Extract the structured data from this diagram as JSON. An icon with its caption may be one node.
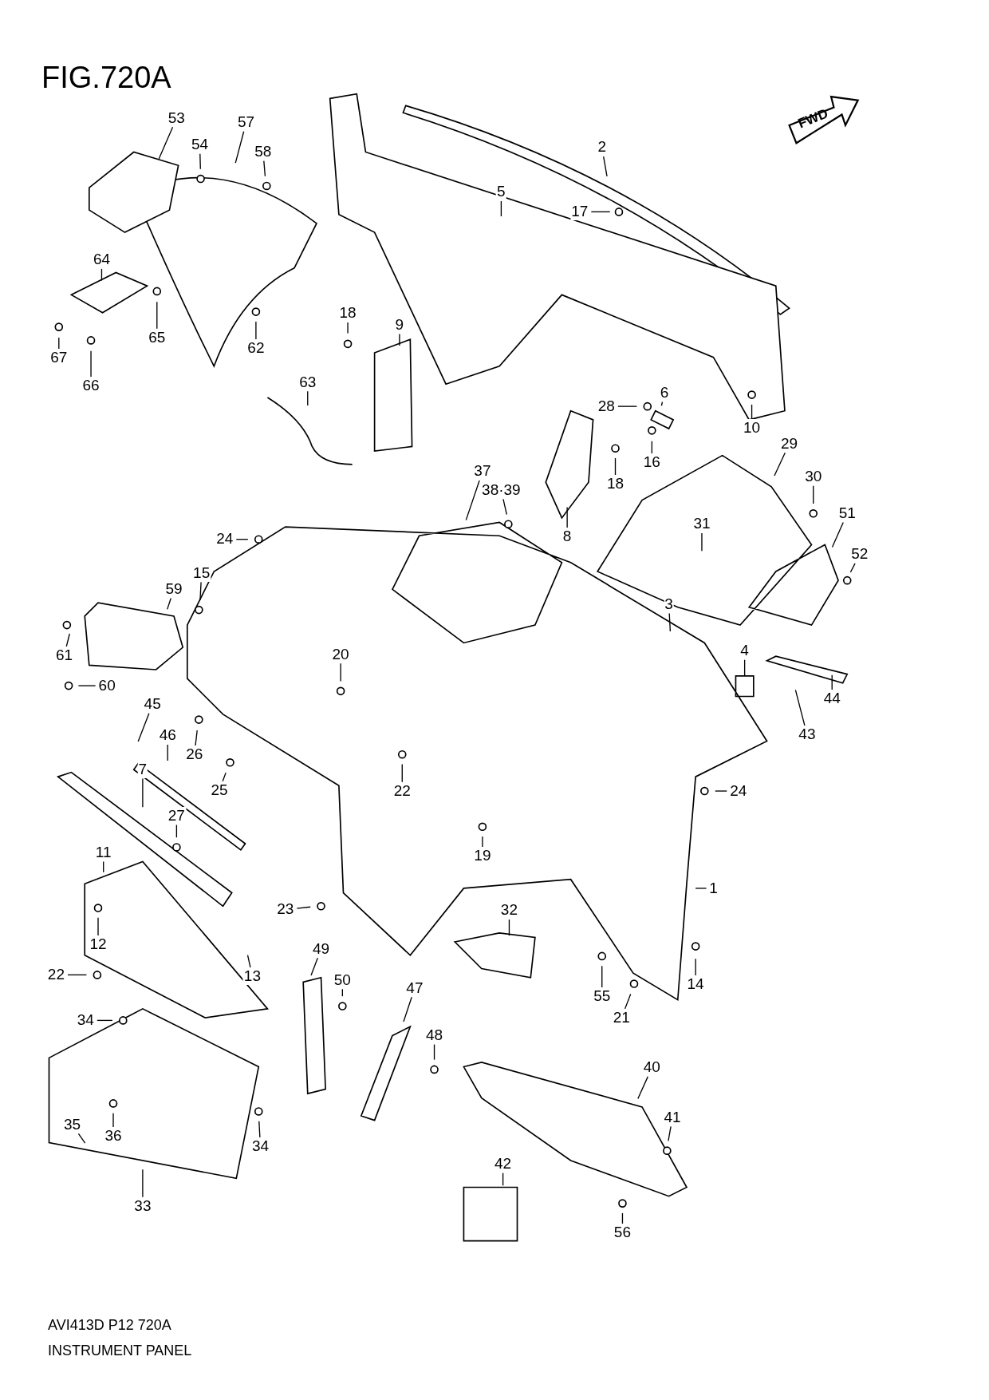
{
  "diagram": {
    "title": "FIG.720A",
    "caption": "INSTRUMENT PANEL",
    "nodes": [
      {
        "text": [
          "53"
        ]
      },
      {
        "text": [
          "54"
        ]
      },
      {
        "text": [
          "57"
        ]
      },
      {
        "text": [
          "58"
        ]
      },
      {
        "text": [
          "2"
        ]
      },
      {
        "text": [
          "5"
        ]
      },
      {
        "text": [
          "17"
        ]
      },
      {
        "text": [
          "64"
        ]
      },
      {
        "text": [
          "65"
        ]
      },
      {
        "text": [
          "62"
        ]
      },
      {
        "text": [
          "67"
        ]
      },
      {
        "text": [
          "66"
        ]
      },
      {
        "text": [
          "18"
        ]
      },
      {
        "text": [
          "9"
        ]
      },
      {
        "text": [
          "63"
        ]
      },
      {
        "text": [
          "28"
        ]
      },
      {
        "text": [
          "6"
        ]
      },
      {
        "text": [
          "10"
        ]
      },
      {
        "text": [
          "16"
        ]
      },
      {
        "text": [
          "18"
        ]
      },
      {
        "text": [
          "37"
        ]
      },
      {
        "text": [
          "38·39"
        ]
      },
      {
        "text": [
          "8"
        ]
      },
      {
        "text": [
          "29"
        ]
      },
      {
        "text": [
          "30"
        ]
      },
      {
        "text": [
          "51"
        ]
      },
      {
        "text": [
          "52"
        ]
      },
      {
        "text": [
          "31"
        ]
      },
      {
        "text": [
          "3"
        ]
      },
      {
        "text": [
          "24"
        ]
      },
      {
        "text": [
          "15"
        ]
      },
      {
        "text": [
          "59"
        ]
      },
      {
        "text": [
          "61"
        ]
      },
      {
        "text": [
          "60"
        ]
      },
      {
        "text": [
          "20"
        ]
      },
      {
        "text": [
          "4"
        ]
      },
      {
        "text": [
          "44"
        ]
      },
      {
        "text": [
          "43"
        ]
      },
      {
        "text": [
          "45"
        ]
      },
      {
        "text": [
          "46"
        ]
      },
      {
        "text": [
          "26"
        ]
      },
      {
        "text": [
          "25"
        ]
      },
      {
        "text": [
          "7"
        ]
      },
      {
        "text": [
          "27"
        ]
      },
      {
        "text": [
          "22"
        ]
      },
      {
        "text": [
          "24"
        ]
      },
      {
        "text": [
          "19"
        ]
      },
      {
        "text": [
          "11"
        ]
      },
      {
        "text": [
          "12"
        ]
      },
      {
        "text": [
          "13"
        ]
      },
      {
        "text": [
          "1"
        ]
      },
      {
        "text": [
          "23"
        ]
      },
      {
        "text": [
          "32"
        ]
      },
      {
        "text": [
          "49"
        ]
      },
      {
        "text": [
          "50"
        ]
      },
      {
        "text": [
          "14"
        ]
      },
      {
        "text": [
          "55"
        ]
      },
      {
        "text": [
          "21"
        ]
      },
      {
        "text": [
          "22"
        ]
      },
      {
        "text": [
          "47"
        ]
      },
      {
        "text": [
          "48"
        ]
      },
      {
        "text": [
          "34"
        ]
      },
      {
        "text": [
          "40"
        ]
      },
      {
        "text": [
          "41"
        ]
      },
      {
        "text": [
          "35"
        ]
      },
      {
        "text": [
          "36"
        ]
      },
      {
        "text": [
          "34"
        ]
      },
      {
        "text": [
          "33"
        ]
      },
      {
        "text": [
          "42"
        ]
      },
      {
        "text": [
          "56"
        ]
      }
    ],
    "edges": [
      {
        "from": 0,
        "to": null,
        "arrow": "none"
      },
      {
        "from": 1,
        "to": null,
        "arrow": "none"
      },
      {
        "from": 2,
        "to": null,
        "arrow": "none"
      },
      {
        "from": 3,
        "to": null,
        "arrow": "none"
      },
      {
        "from": 4,
        "to": null,
        "arrow": "none"
      },
      {
        "from": 5,
        "to": null,
        "arrow": "none"
      },
      {
        "from": 6,
        "to": null,
        "arrow": "none"
      },
      {
        "from": 7,
        "to": null,
        "arrow": "none"
      },
      {
        "from": 8,
        "to": null,
        "arrow": "none"
      },
      {
        "from": 9,
        "to": null,
        "arrow": "none"
      },
      {
        "from": 10,
        "to": null,
        "arrow": "none"
      },
      {
        "from": 11,
        "to": null,
        "arrow": "none"
      },
      {
        "from": 12,
        "to": null,
        "arrow": "none"
      },
      {
        "from": 13,
        "to": null,
        "arrow": "none"
      },
      {
        "from": 14,
        "to": null,
        "arrow": "none"
      },
      {
        "from": 15,
        "to": null,
        "arrow": "none"
      },
      {
        "from": 16,
        "to": null,
        "arrow": "none"
      },
      {
        "from": 17,
        "to": null,
        "arrow": "none"
      },
      {
        "from": 18,
        "to": null,
        "arrow": "none"
      },
      {
        "from": 19,
        "to": null,
        "arrow": "none"
      },
      {
        "from": 20,
        "to": null,
        "arrow": "none"
      },
      {
        "from": 21,
        "to": null,
        "arrow": "none"
      },
      {
        "from": 22,
        "to": null,
        "arrow": "none"
      },
      {
        "from": 23,
        "to": null,
        "arrow": "none"
      },
      {
        "from": 24,
        "to": null,
        "arrow": "none"
      },
      {
        "from": 25,
        "to": null,
        "arrow": "none"
      },
      {
        "from": 26,
        "to": null,
        "arrow": "none"
      },
      {
        "from": 27,
        "to": null,
        "arrow": "none"
      },
      {
        "from": 28,
        "to": null,
        "arrow": "none"
      },
      {
        "from": 29,
        "to": null,
        "arrow": "none"
      },
      {
        "from": 30,
        "to": null,
        "arrow": "none"
      },
      {
        "from": 31,
        "to": null,
        "arrow": "none"
      },
      {
        "from": 32,
        "to": null,
        "arrow": "none"
      },
      {
        "from": 33,
        "to": null,
        "arrow": "none"
      },
      {
        "from": 34,
        "to": null,
        "arrow": "none"
      },
      {
        "from": 35,
        "to": null,
        "arrow": "none"
      },
      {
        "from": 36,
        "to": null,
        "arrow": "none"
      },
      {
        "from": 37,
        "to": null,
        "arrow": "none"
      },
      {
        "from": 38,
        "to": null,
        "arrow": "none"
      },
      {
        "from": 39,
        "to": null,
        "arrow": "none"
      },
      {
        "from": 40,
        "to": null,
        "arrow": "none"
      },
      {
        "from": 41,
        "to": null,
        "arrow": "none"
      },
      {
        "from": 42,
        "to": null,
        "arrow": "none"
      },
      {
        "from": 43,
        "to": null,
        "arrow": "none"
      },
      {
        "from": 44,
        "to": null,
        "arrow": "none"
      },
      {
        "from": 45,
        "to": null,
        "arrow": "none"
      },
      {
        "from": 46,
        "to": null,
        "arrow": "none"
      },
      {
        "from": 47,
        "to": null,
        "arrow": "none"
      },
      {
        "from": 48,
        "to": null,
        "arrow": "none"
      },
      {
        "from": 49,
        "to": null,
        "arrow": "none"
      },
      {
        "from": 50,
        "to": null,
        "arrow": "none"
      },
      {
        "from": 51,
        "to": null,
        "arrow": "none"
      },
      {
        "from": 52,
        "to": null,
        "arrow": "none"
      },
      {
        "from": 53,
        "to": null,
        "arrow": "none"
      },
      {
        "from": 54,
        "to": null,
        "arrow": "none"
      },
      {
        "from": 55,
        "to": null,
        "arrow": "none"
      },
      {
        "from": 56,
        "to": null,
        "arrow": "none"
      },
      {
        "from": 57,
        "to": null,
        "arrow": "none"
      },
      {
        "from": 58,
        "to": null,
        "arrow": "none"
      },
      {
        "from": 59,
        "to": null,
        "arrow": "none"
      },
      {
        "from": 60,
        "to": null,
        "arrow": "none"
      },
      {
        "from": 61,
        "to": null,
        "arrow": "none"
      },
      {
        "from": 62,
        "to": null,
        "arrow": "none"
      },
      {
        "from": 63,
        "to": null,
        "arrow": "none"
      },
      {
        "from": 64,
        "to": null,
        "arrow": "none"
      },
      {
        "from": 65,
        "to": null,
        "arrow": "none"
      },
      {
        "from": 66,
        "to": null,
        "arrow": "none"
      },
      {
        "from": 67,
        "to": null,
        "arrow": "none"
      },
      {
        "from": 68,
        "to": null,
        "arrow": "none"
      },
      {
        "from": 69,
        "to": null,
        "arrow": "none"
      }
    ],
    "labels": [
      "FWD",
      "AVI413D P12 720A"
    ]
  }
}
